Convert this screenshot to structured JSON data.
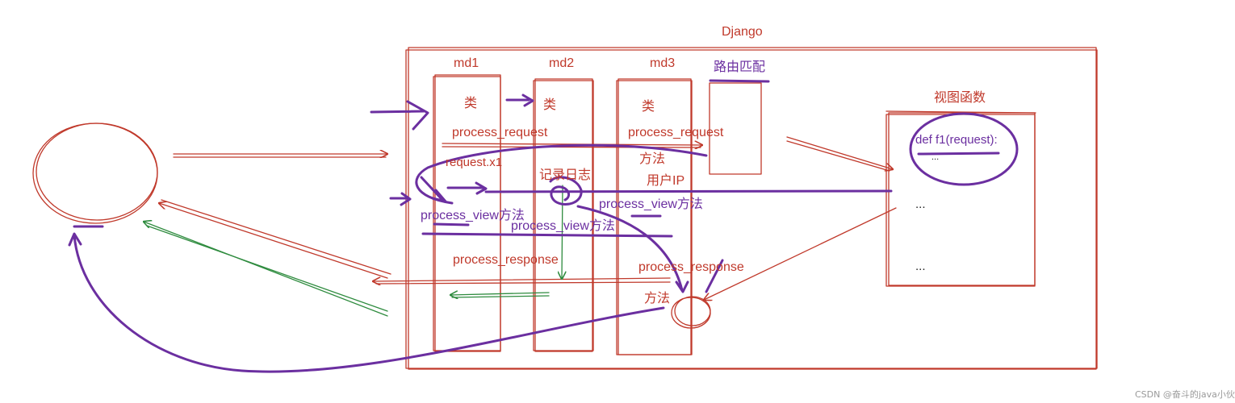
{
  "title": "Django",
  "middlewares": [
    {
      "name": "md1",
      "class_label": "类"
    },
    {
      "name": "md2",
      "class_label": "类"
    },
    {
      "name": "md3",
      "class_label": "类"
    }
  ],
  "router_label": "路由匹配",
  "view_panel": {
    "title": "视图函数",
    "def_line": "def f1(request):",
    "body_line": "...",
    "ellipsis_1": "...",
    "ellipsis_2": "..."
  },
  "labels": {
    "md1_process_request": "process_request",
    "md1_request_attr": "request.x1",
    "md1_process_view": "process_view方法",
    "md1_process_response": "process_response",
    "md2_log": "记录日志",
    "md2_process_view": "process_view方法",
    "md3_process_request": "process_request",
    "md3_method_1": "方法",
    "md3_user_ip": "用户IP",
    "md3_process_view": "process_view方法",
    "md3_process_response": "process_response",
    "md3_method_2": "方法"
  },
  "watermark": "CSDN @奋斗的java小伙"
}
